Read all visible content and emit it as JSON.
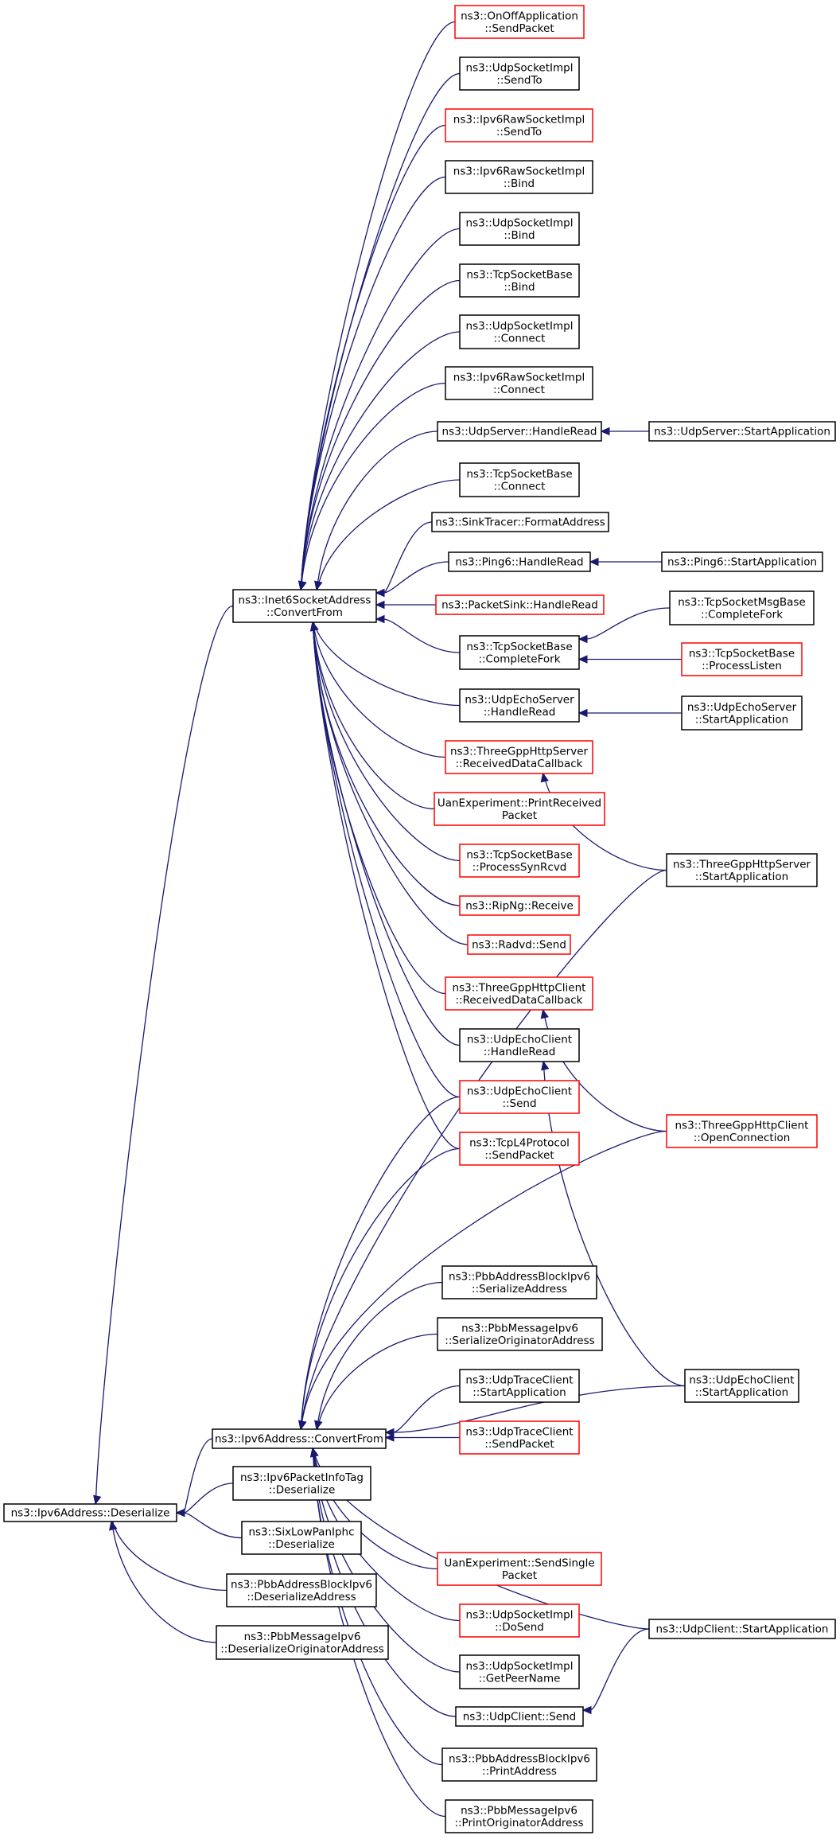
{
  "colors": {
    "edge": "#191970",
    "node_border": "#000000",
    "node_border_incomplete": "#ff0000",
    "root_fill": "#bfbfbf",
    "node_fill": "#ffffff"
  },
  "nodes": [
    {
      "id": "root",
      "lines": [
        "ns3::Ipv6Address::Deserialize"
      ],
      "kind": "root"
    },
    {
      "id": "ipv6conv",
      "lines": [
        "ns3::Ipv6Address::ConvertFrom"
      ],
      "kind": "normal"
    },
    {
      "id": "infotag",
      "lines": [
        "ns3::Ipv6PacketInfoTag",
        "::Deserialize"
      ],
      "kind": "normal"
    },
    {
      "id": "sixlow",
      "lines": [
        "ns3::SixLowPanIphc",
        "::Deserialize"
      ],
      "kind": "normal"
    },
    {
      "id": "pbbblk_des",
      "lines": [
        "ns3::PbbAddressBlockIpv6",
        "::DeserializeAddress"
      ],
      "kind": "normal"
    },
    {
      "id": "pbbmsg_des",
      "lines": [
        "ns3::PbbMessageIpv6",
        "::DeserializeOriginatorAddress"
      ],
      "kind": "normal"
    },
    {
      "id": "inet6",
      "lines": [
        "ns3::Inet6SocketAddress",
        "::ConvertFrom"
      ],
      "kind": "normal"
    },
    {
      "id": "onoff",
      "lines": [
        "ns3::OnOffApplication",
        "::SendPacket"
      ],
      "kind": "red"
    },
    {
      "id": "udpsendto",
      "lines": [
        "ns3::UdpSocketImpl",
        "::SendTo"
      ],
      "kind": "normal"
    },
    {
      "id": "rawsendto",
      "lines": [
        "ns3::Ipv6RawSocketImpl",
        "::SendTo"
      ],
      "kind": "red"
    },
    {
      "id": "rawbind",
      "lines": [
        "ns3::Ipv6RawSocketImpl",
        "::Bind"
      ],
      "kind": "normal"
    },
    {
      "id": "udpbind",
      "lines": [
        "ns3::UdpSocketImpl",
        "::Bind"
      ],
      "kind": "normal"
    },
    {
      "id": "tcpbind",
      "lines": [
        "ns3::TcpSocketBase",
        "::Bind"
      ],
      "kind": "normal"
    },
    {
      "id": "udpconnect",
      "lines": [
        "ns3::UdpSocketImpl",
        "::Connect"
      ],
      "kind": "normal"
    },
    {
      "id": "rawconnect",
      "lines": [
        "ns3::Ipv6RawSocketImpl",
        "::Connect"
      ],
      "kind": "normal"
    },
    {
      "id": "udpserverhr",
      "lines": [
        "ns3::UdpServer::HandleRead"
      ],
      "kind": "normal"
    },
    {
      "id": "udpserversa",
      "lines": [
        "ns3::UdpServer::StartApplication"
      ],
      "kind": "normal"
    },
    {
      "id": "tcpconnect",
      "lines": [
        "ns3::TcpSocketBase",
        "::Connect"
      ],
      "kind": "normal"
    },
    {
      "id": "sinktracer",
      "lines": [
        "ns3::SinkTracer::FormatAddress"
      ],
      "kind": "normal"
    },
    {
      "id": "ping6hr",
      "lines": [
        "ns3::Ping6::HandleRead"
      ],
      "kind": "normal"
    },
    {
      "id": "ping6sa",
      "lines": [
        "ns3::Ping6::StartApplication"
      ],
      "kind": "normal"
    },
    {
      "id": "packetsink",
      "lines": [
        "ns3::PacketSink::HandleRead"
      ],
      "kind": "red"
    },
    {
      "id": "tcpcompletefork",
      "lines": [
        "ns3::TcpSocketBase",
        "::CompleteFork"
      ],
      "kind": "normal"
    },
    {
      "id": "tcpmsgcf",
      "lines": [
        "ns3::TcpSocketMsgBase",
        "::CompleteFork"
      ],
      "kind": "normal"
    },
    {
      "id": "tcplisten",
      "lines": [
        "ns3::TcpSocketBase",
        "::ProcessListen"
      ],
      "kind": "red"
    },
    {
      "id": "echoserverhr",
      "lines": [
        "ns3::UdpEchoServer",
        "::HandleRead"
      ],
      "kind": "normal"
    },
    {
      "id": "echoserversa",
      "lines": [
        "ns3::UdpEchoServer",
        "::StartApplication"
      ],
      "kind": "normal"
    },
    {
      "id": "httpserverrdc",
      "lines": [
        "ns3::ThreeGppHttpServer",
        "::ReceivedDataCallback"
      ],
      "kind": "red"
    },
    {
      "id": "httpserversa",
      "lines": [
        "ns3::ThreeGppHttpServer",
        "::StartApplication"
      ],
      "kind": "normal"
    },
    {
      "id": "uanprint",
      "lines": [
        "UanExperiment::PrintReceived",
        "Packet"
      ],
      "kind": "red"
    },
    {
      "id": "tcpsynrcvd",
      "lines": [
        "ns3::TcpSocketBase",
        "::ProcessSynRcvd"
      ],
      "kind": "red"
    },
    {
      "id": "ripng",
      "lines": [
        "ns3::RipNg::Receive"
      ],
      "kind": "red"
    },
    {
      "id": "radvd",
      "lines": [
        "ns3::Radvd::Send"
      ],
      "kind": "red"
    },
    {
      "id": "httpclientrdc",
      "lines": [
        "ns3::ThreeGppHttpClient",
        "::ReceivedDataCallback"
      ],
      "kind": "red"
    },
    {
      "id": "echoclienthr",
      "lines": [
        "ns3::UdpEchoClient",
        "::HandleRead"
      ],
      "kind": "normal"
    },
    {
      "id": "echoclientsend",
      "lines": [
        "ns3::UdpEchoClient",
        "::Send"
      ],
      "kind": "red"
    },
    {
      "id": "httpclientoc",
      "lines": [
        "ns3::ThreeGppHttpClient",
        "::OpenConnection"
      ],
      "kind": "red"
    },
    {
      "id": "tcpl4send",
      "lines": [
        "ns3::TcpL4Protocol",
        "::SendPacket"
      ],
      "kind": "red"
    },
    {
      "id": "pbbblk_ser",
      "lines": [
        "ns3::PbbAddressBlockIpv6",
        "::SerializeAddress"
      ],
      "kind": "normal"
    },
    {
      "id": "pbbmsg_ser",
      "lines": [
        "ns3::PbbMessageIpv6",
        "::SerializeOriginatorAddress"
      ],
      "kind": "normal"
    },
    {
      "id": "tracesa",
      "lines": [
        "ns3::UdpTraceClient",
        "::StartApplication"
      ],
      "kind": "normal"
    },
    {
      "id": "echoclientsa",
      "lines": [
        "ns3::UdpEchoClient",
        "::StartApplication"
      ],
      "kind": "normal"
    },
    {
      "id": "tracesend",
      "lines": [
        "ns3::UdpTraceClient",
        "::SendPacket"
      ],
      "kind": "red"
    },
    {
      "id": "uansend",
      "lines": [
        "UanExperiment::SendSingle",
        "Packet"
      ],
      "kind": "red"
    },
    {
      "id": "udpdosend",
      "lines": [
        "ns3::UdpSocketImpl",
        "::DoSend"
      ],
      "kind": "red"
    },
    {
      "id": "udpclientsa",
      "lines": [
        "ns3::UdpClient::StartApplication"
      ],
      "kind": "normal"
    },
    {
      "id": "udppeername",
      "lines": [
        "ns3::UdpSocketImpl",
        "::GetPeerName"
      ],
      "kind": "normal"
    },
    {
      "id": "udpclientsend",
      "lines": [
        "ns3::UdpClient::Send"
      ],
      "kind": "normal"
    },
    {
      "id": "pbbblk_print",
      "lines": [
        "ns3::PbbAddressBlockIpv6",
        "::PrintAddress"
      ],
      "kind": "normal"
    },
    {
      "id": "pbbmsg_print",
      "lines": [
        "ns3::PbbMessageIpv6",
        "::PrintOriginatorAddress"
      ],
      "kind": "normal"
    }
  ],
  "edges": [
    {
      "from": "ipv6conv",
      "to": "root"
    },
    {
      "from": "infotag",
      "to": "root"
    },
    {
      "from": "sixlow",
      "to": "root"
    },
    {
      "from": "pbbblk_des",
      "to": "root"
    },
    {
      "from": "pbbmsg_des",
      "to": "root"
    },
    {
      "from": "inet6",
      "to": "root"
    },
    {
      "from": "onoff",
      "to": "inet6"
    },
    {
      "from": "udpsendto",
      "to": "inet6"
    },
    {
      "from": "rawsendto",
      "to": "inet6"
    },
    {
      "from": "rawbind",
      "to": "inet6"
    },
    {
      "from": "udpbind",
      "to": "inet6"
    },
    {
      "from": "tcpbind",
      "to": "inet6"
    },
    {
      "from": "udpconnect",
      "to": "inet6"
    },
    {
      "from": "rawconnect",
      "to": "inet6"
    },
    {
      "from": "udpserverhr",
      "to": "inet6"
    },
    {
      "from": "udpserversa",
      "to": "udpserverhr"
    },
    {
      "from": "tcpconnect",
      "to": "inet6"
    },
    {
      "from": "sinktracer",
      "to": "inet6"
    },
    {
      "from": "ping6hr",
      "to": "inet6"
    },
    {
      "from": "ping6sa",
      "to": "ping6hr"
    },
    {
      "from": "packetsink",
      "to": "inet6"
    },
    {
      "from": "tcpcompletefork",
      "to": "inet6"
    },
    {
      "from": "tcpmsgcf",
      "to": "tcpcompletefork"
    },
    {
      "from": "tcplisten",
      "to": "tcpcompletefork"
    },
    {
      "from": "echoserverhr",
      "to": "inet6"
    },
    {
      "from": "echoserversa",
      "to": "echoserverhr"
    },
    {
      "from": "httpserverrdc",
      "to": "inet6"
    },
    {
      "from": "httpserversa",
      "to": "httpserverrdc"
    },
    {
      "from": "uanprint",
      "to": "inet6"
    },
    {
      "from": "tcpsynrcvd",
      "to": "inet6"
    },
    {
      "from": "ripng",
      "to": "inet6"
    },
    {
      "from": "radvd",
      "to": "inet6"
    },
    {
      "from": "httpclientrdc",
      "to": "inet6"
    },
    {
      "from": "httpclientoc",
      "to": "httpclientrdc"
    },
    {
      "from": "echoclienthr",
      "to": "inet6"
    },
    {
      "from": "echoclientsa",
      "to": "echoclienthr"
    },
    {
      "from": "echoclientsend",
      "to": "inet6"
    },
    {
      "from": "tcpl4send",
      "to": "inet6"
    },
    {
      "from": "echoclientsend",
      "to": "ipv6conv"
    },
    {
      "from": "tcpl4send",
      "to": "ipv6conv"
    },
    {
      "from": "httpserversa",
      "to": "ipv6conv"
    },
    {
      "from": "httpclientoc",
      "to": "ipv6conv"
    },
    {
      "from": "pbbblk_ser",
      "to": "ipv6conv"
    },
    {
      "from": "pbbmsg_ser",
      "to": "ipv6conv"
    },
    {
      "from": "tracesa",
      "to": "ipv6conv"
    },
    {
      "from": "tracesend",
      "to": "ipv6conv"
    },
    {
      "from": "echoclientsa",
      "to": "ipv6conv"
    },
    {
      "from": "uansend",
      "to": "ipv6conv"
    },
    {
      "from": "udpdosend",
      "to": "ipv6conv"
    },
    {
      "from": "udppeername",
      "to": "ipv6conv"
    },
    {
      "from": "udpclientsend",
      "to": "ipv6conv"
    },
    {
      "from": "udpclientsa",
      "to": "ipv6conv"
    },
    {
      "from": "udpclientsa",
      "to": "udpclientsend"
    },
    {
      "from": "pbbblk_print",
      "to": "ipv6conv"
    },
    {
      "from": "pbbmsg_print",
      "to": "ipv6conv"
    }
  ]
}
